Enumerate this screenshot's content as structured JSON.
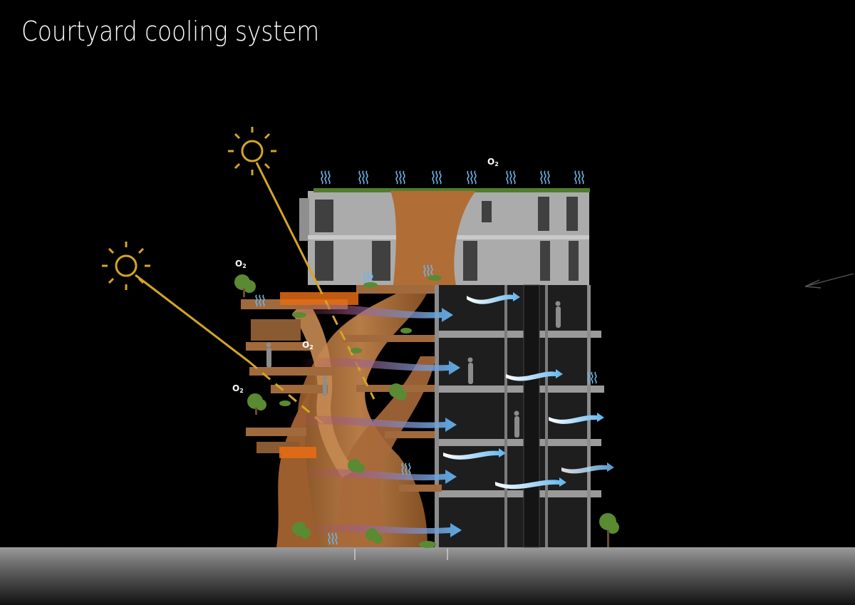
{
  "title": "Courtyard cooling system",
  "o2_labels": [
    {
      "text": "O",
      "sub": "2"
    },
    {
      "text": "O",
      "sub": "2"
    },
    {
      "text": "O",
      "sub": "2"
    },
    {
      "text": "O",
      "sub": "2"
    }
  ],
  "colors": {
    "background": "#000000",
    "sun": "#d4a528",
    "wood": "#b5733c",
    "concrete": "#a9a9a9",
    "interior": "#1e1e1e",
    "airflow": "#6fb4e8",
    "heat_accent": "#e46b14",
    "greenery": "#5a8a32",
    "ground": "#8a8a8a"
  },
  "icons": [
    "sun-icon",
    "heat-rising-icon",
    "airflow-arrow-icon",
    "tree-icon",
    "person-silhouette-icon",
    "direction-arrow-icon"
  ]
}
